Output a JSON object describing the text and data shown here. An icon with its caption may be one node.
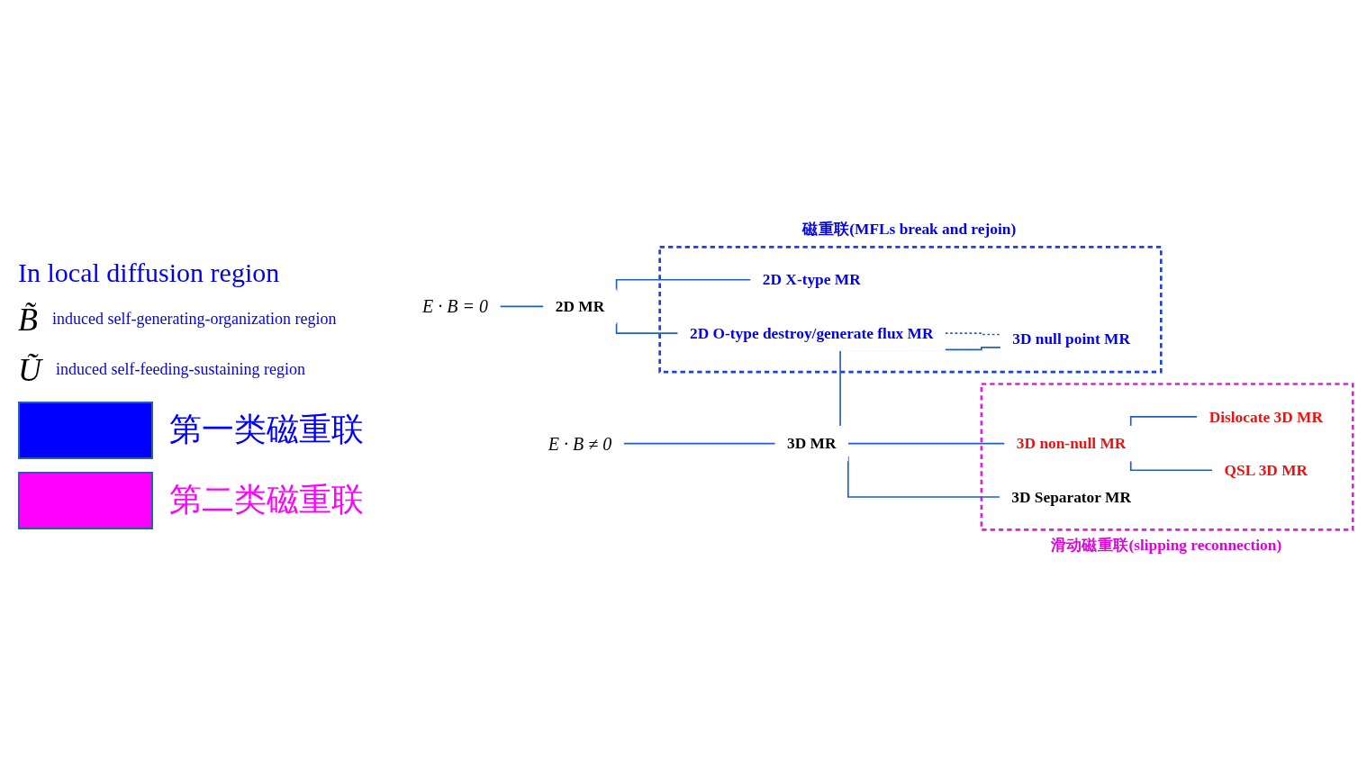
{
  "diagram": {
    "nodes": [
      {
        "text": [
          "E · B = 0"
        ]
      },
      {
        "text": [
          "2D MR"
        ]
      },
      {
        "text": [
          "E · B ≠ 0"
        ]
      },
      {
        "text": [
          "3D MR"
        ]
      },
      {
        "text": [
          "磁重联(MFLs break and rejoin)"
        ]
      },
      {
        "text": [
          "2D X-type MR"
        ],
        "in": 4
      },
      {
        "text": [
          "2D O-type destroy/generate flux MR"
        ],
        "in": 4
      },
      {
        "text": [
          "3D null point MR"
        ],
        "in": 4
      },
      {
        "text": [
          "滑动磁重联(slipping reconnection)"
        ]
      },
      {
        "text": [
          "3D non-null MR"
        ],
        "in": 8
      },
      {
        "text": [
          "Dislocate 3D MR"
        ],
        "in": 8
      },
      {
        "text": [
          "QSL 3D MR"
        ],
        "in": 8
      },
      {
        "text": [
          "3D Separator MR"
        ],
        "in": 8
      }
    ],
    "edges": [
      {
        "from": 0,
        "to": 1,
        "arrow": "none"
      },
      {
        "from": 1,
        "to": 5,
        "arrow": "none"
      },
      {
        "from": 1,
        "to": 6,
        "arrow": "none"
      },
      {
        "from": 6,
        "to": 7,
        "arrow": "none",
        "style": "dashed"
      },
      {
        "from": 2,
        "to": 3,
        "arrow": "none"
      },
      {
        "from": 3,
        "to": 7,
        "arrow": "none"
      },
      {
        "from": 3,
        "to": 9,
        "arrow": "none"
      },
      {
        "from": 3,
        "to": 12,
        "arrow": "none"
      },
      {
        "from": 9,
        "to": 10,
        "arrow": "none"
      },
      {
        "from": 9,
        "to": 11,
        "arrow": "none"
      }
    ],
    "labels": [
      "In local diffusion region",
      "B̃",
      "induced self-generating-organization region",
      "Ũ",
      "induced self-feeding-sustaining region"
    ],
    "legend": [
      {
        "text": "第一类磁重联",
        "color": "#0000ff"
      },
      {
        "text": "第二类磁重联",
        "color": "#ff00ff"
      }
    ]
  }
}
